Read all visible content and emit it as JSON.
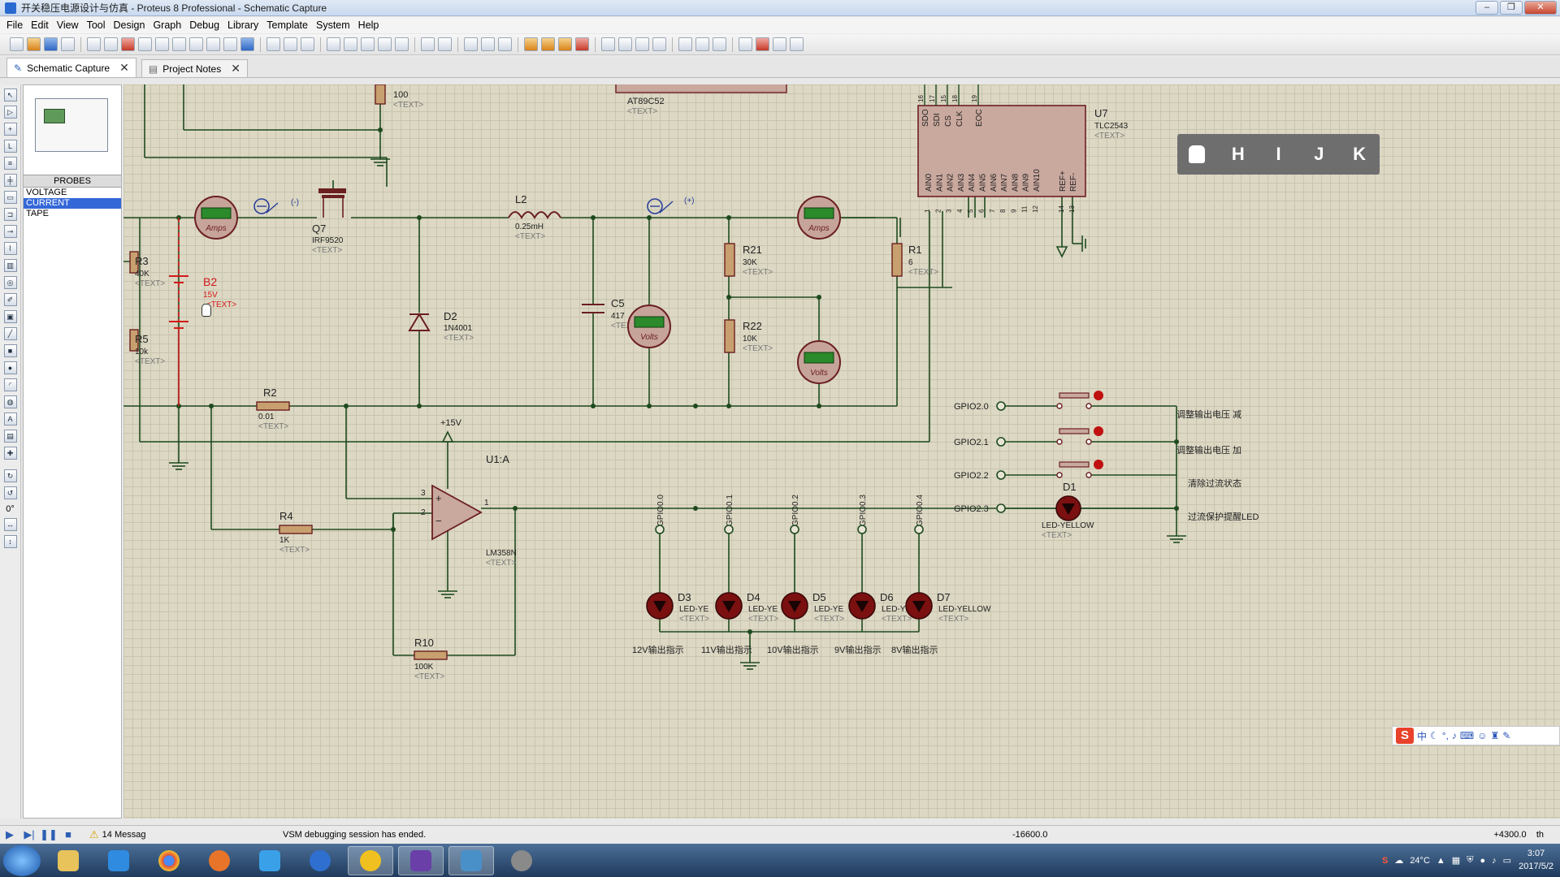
{
  "window": {
    "title": "开关稳压电源设计与仿真 - Proteus 8 Professional - Schematic Capture",
    "minimize": "‒",
    "restore": "❐",
    "close": "✕"
  },
  "menu": [
    "File",
    "Edit",
    "View",
    "Tool",
    "Design",
    "Graph",
    "Debug",
    "Library",
    "Template",
    "System",
    "Help"
  ],
  "tabs": [
    {
      "label": "Schematic Capture",
      "active": true
    },
    {
      "label": "Project Notes",
      "active": false
    }
  ],
  "probes": {
    "header": "PROBES",
    "items": [
      {
        "label": "VOLTAGE",
        "selected": false
      },
      {
        "label": "CURRENT",
        "selected": true
      },
      {
        "label": "TAPE",
        "selected": false
      }
    ]
  },
  "toolstrip": {
    "angle": "0°"
  },
  "hijk": [
    "H",
    "I",
    "J",
    "K"
  ],
  "schematic": {
    "labels": {
      "r_top_val": "100",
      "text_tag": "<TEXT>",
      "at89": "AT89C52",
      "u7": "U7",
      "u7_part": "TLC2543",
      "u7_pins_top": [
        "SDO",
        "SDI",
        "CS",
        "CLK",
        "EOC"
      ],
      "u7_pins_top_nums": [
        "16",
        "17",
        "15",
        "18",
        "19"
      ],
      "u7_pins_bottom": [
        "AIN0",
        "AIN1",
        "AIN2",
        "AIN3",
        "AIN4",
        "AIN5",
        "AIN6",
        "AIN7",
        "AIN8",
        "AIN9",
        "AIN10",
        "REF+",
        "REF-"
      ],
      "u7_pins_bottom_nums": [
        "1",
        "2",
        "3",
        "4",
        "5",
        "6",
        "7",
        "8",
        "9",
        "11",
        "12",
        "14",
        "13"
      ],
      "l2": "L2",
      "l2_val": "0.25mH",
      "q7": "Q7",
      "q7_part": "IRF9520",
      "r3": "R3",
      "r3_val": "40K",
      "b2": "B2",
      "b2_val": "15V",
      "r5": "R5",
      "r5_val": "10k",
      "d2": "D2",
      "d2_part": "1N4001",
      "c5": "C5",
      "c5_val": "417",
      "r21": "R21",
      "r21_val": "30K",
      "r22": "R22",
      "r22_val": "10K",
      "r1": "R1",
      "r1_val": "6",
      "r2": "R2",
      "r2_val": "0.01",
      "r4": "R4",
      "r4_val": "1K",
      "r10": "R10",
      "r10_val": "100K",
      "u1a": "U1:A",
      "u1_part": "LM358N",
      "vcc": "+15V",
      "amps": "Amps",
      "volts": "Volts",
      "d1": "D1",
      "d1_part": "LED-YELLOW",
      "d3": "D3",
      "d4": "D4",
      "d5": "D5",
      "d6": "D6",
      "d7": "D7",
      "led_part": "LED-YELLOW",
      "led_part_short": "LED-YE",
      "gpio_left": [
        "GPIO2.0",
        "GPIO2.1",
        "GPIO2.2",
        "GPIO2.3"
      ],
      "gpio_bottom": [
        "GPIO0.0",
        "GPIO0.1",
        "GPIO0.2",
        "GPIO0.3",
        "GPIO0.4"
      ],
      "switch_notes": [
        "调整输出电压 减",
        "调整输出电压 加",
        "清除过流状态",
        "过流保护提醒LED"
      ],
      "led_notes": [
        "12V输出指示",
        "11V输出指示",
        "10V输出指示",
        "9V输出指示",
        "8V输出指示"
      ],
      "probe_sign": "(+)",
      "probe_sign2": "(-)"
    }
  },
  "status": {
    "messages": "14 Messag",
    "message": "VSM debugging session has ended.",
    "x": "-16600.0",
    "y": "+4300.0",
    "th": "th"
  },
  "taskbar": {
    "temperature": "24°C",
    "time": "3:07",
    "date": "2017/5/2"
  },
  "ime": {
    "cn": "中"
  }
}
